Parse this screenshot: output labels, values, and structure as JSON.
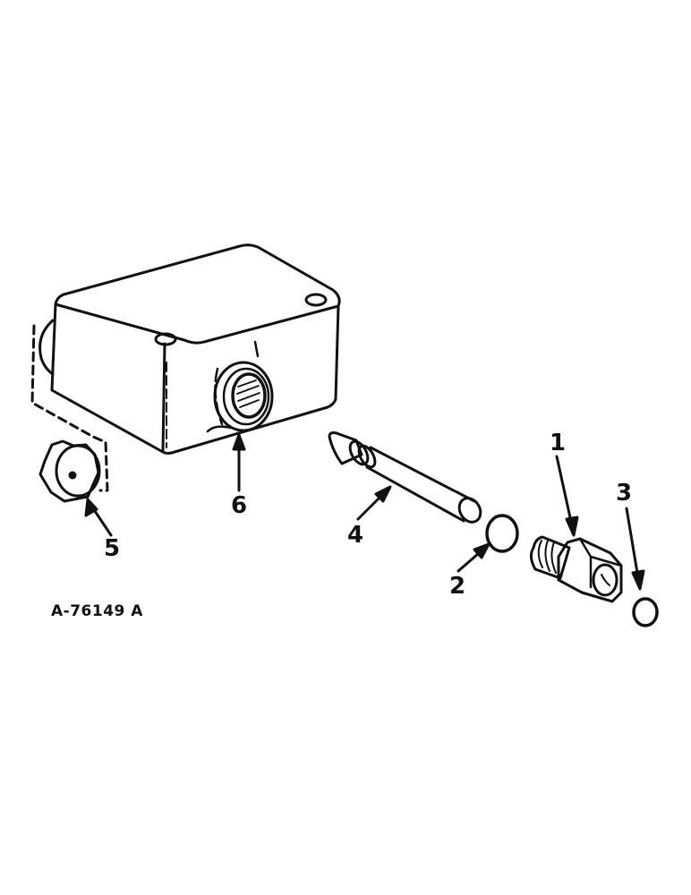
{
  "diagram": {
    "type": "exploded-parts-illustration",
    "figure_id": "A-76149 A",
    "colors": {
      "background": "#ffffff",
      "ink": "#111111"
    },
    "parts": [
      {
        "callout": "1",
        "description": "Hex adapter fitting with threaded end"
      },
      {
        "callout": "2",
        "description": "O-ring"
      },
      {
        "callout": "3",
        "description": "O-ring"
      },
      {
        "callout": "4",
        "description": "Pin / poppet with conical tip"
      },
      {
        "callout": "5",
        "description": "Hex plug / fitting"
      },
      {
        "callout": "6",
        "description": "Valve body with threaded port"
      }
    ],
    "callouts": {
      "c1": "1",
      "c2": "2",
      "c3": "3",
      "c4": "4",
      "c5": "5",
      "c6": "6"
    }
  }
}
